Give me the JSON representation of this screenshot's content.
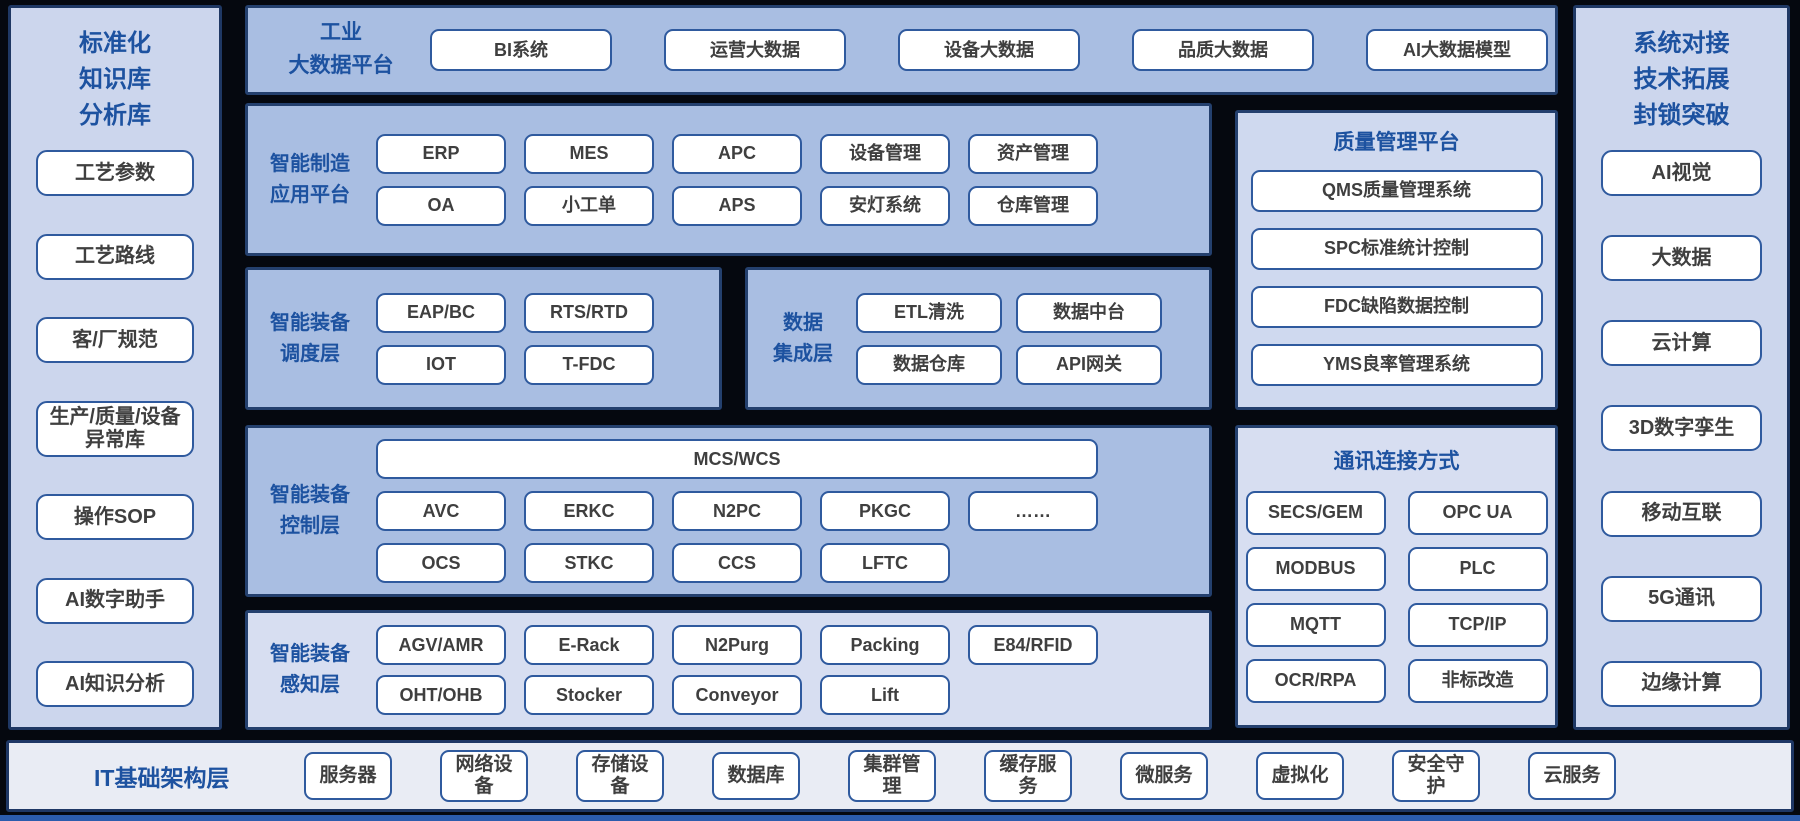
{
  "left_sidebar": {
    "title_lines": [
      "标准化",
      "知识库",
      "分析库"
    ],
    "items": [
      "工艺参数",
      "工艺路线",
      "客/厂规范",
      "生产/质量/设备异常库",
      "操作SOP",
      "AI数字助手",
      "AI知识分析"
    ]
  },
  "top_platform": {
    "title_lines": [
      "工业",
      "大数据平台"
    ],
    "buttons": [
      "BI系统",
      "运营大数据",
      "设备大数据",
      "品质大数据",
      "AI大数据模型"
    ]
  },
  "app_platform": {
    "title_lines": [
      "智能制造",
      "应用平台"
    ],
    "rows": [
      [
        "ERP",
        "MES",
        "APC",
        "设备管理",
        "资产管理"
      ],
      [
        "OA",
        "小工单",
        "APS",
        "安灯系统",
        "仓库管理"
      ]
    ]
  },
  "scheduling_layer": {
    "title_lines": [
      "智能装备",
      "调度层"
    ],
    "rows": [
      [
        "EAP/BC",
        "RTS/RTD"
      ],
      [
        "IOT",
        "T-FDC"
      ]
    ]
  },
  "data_integration_layer": {
    "title_lines": [
      "数据",
      "集成层"
    ],
    "rows": [
      [
        "ETL清洗",
        "数据中台"
      ],
      [
        "数据仓库",
        "API网关"
      ]
    ]
  },
  "control_layer": {
    "title_lines": [
      "智能装备",
      "控制层"
    ],
    "wide_button": "MCS/WCS",
    "rows": [
      [
        "AVC",
        "ERKC",
        "N2PC",
        "PKGC",
        "……"
      ],
      [
        "OCS",
        "STKC",
        "CCS",
        "LFTC"
      ]
    ]
  },
  "perception_layer": {
    "title_lines": [
      "智能装备",
      "感知层"
    ],
    "rows": [
      [
        "AGV/AMR",
        "E-Rack",
        "N2Purg",
        "Packing",
        "E84/RFID"
      ],
      [
        "OHT/OHB",
        "Stocker",
        "Conveyor",
        "Lift"
      ]
    ]
  },
  "quality_platform": {
    "title": "质量管理平台",
    "buttons": [
      "QMS质量管理系统",
      "SPC标准统计控制",
      "FDC缺陷数据控制",
      "YMS良率管理系统"
    ]
  },
  "comm_methods": {
    "title": "通讯连接方式",
    "rows": [
      [
        "SECS/GEM",
        "OPC UA"
      ],
      [
        "MODBUS",
        "PLC"
      ],
      [
        "MQTT",
        "TCP/IP"
      ],
      [
        "OCR/RPA",
        "非标改造"
      ]
    ]
  },
  "right_sidebar": {
    "title_lines": [
      "系统对接",
      "技术拓展",
      "封锁突破"
    ],
    "items": [
      "AI视觉",
      "大数据",
      "云计算",
      "3D数字孪生",
      "移动互联",
      "5G通讯",
      "边缘计算"
    ]
  },
  "it_layer": {
    "title": "IT基础架构层",
    "buttons": [
      "服务器",
      "网络设备",
      "存储设备",
      "数据库",
      "集群管理",
      "缓存服务",
      "微服务",
      "虚拟化",
      "安全守护",
      "云服务"
    ]
  },
  "colors": {
    "background": "#05080f",
    "medium_block": "#a9bee2",
    "light_block": "#d7def1",
    "sidebar_block": "#ccd6ed",
    "it_bar": "#e9ecf4",
    "block_border": "#24406e",
    "node_border": "#2f5a9e",
    "title_text": "#1d52a0",
    "node_text": "#3f3f3f",
    "bottom_strip": "#2b5cad"
  }
}
